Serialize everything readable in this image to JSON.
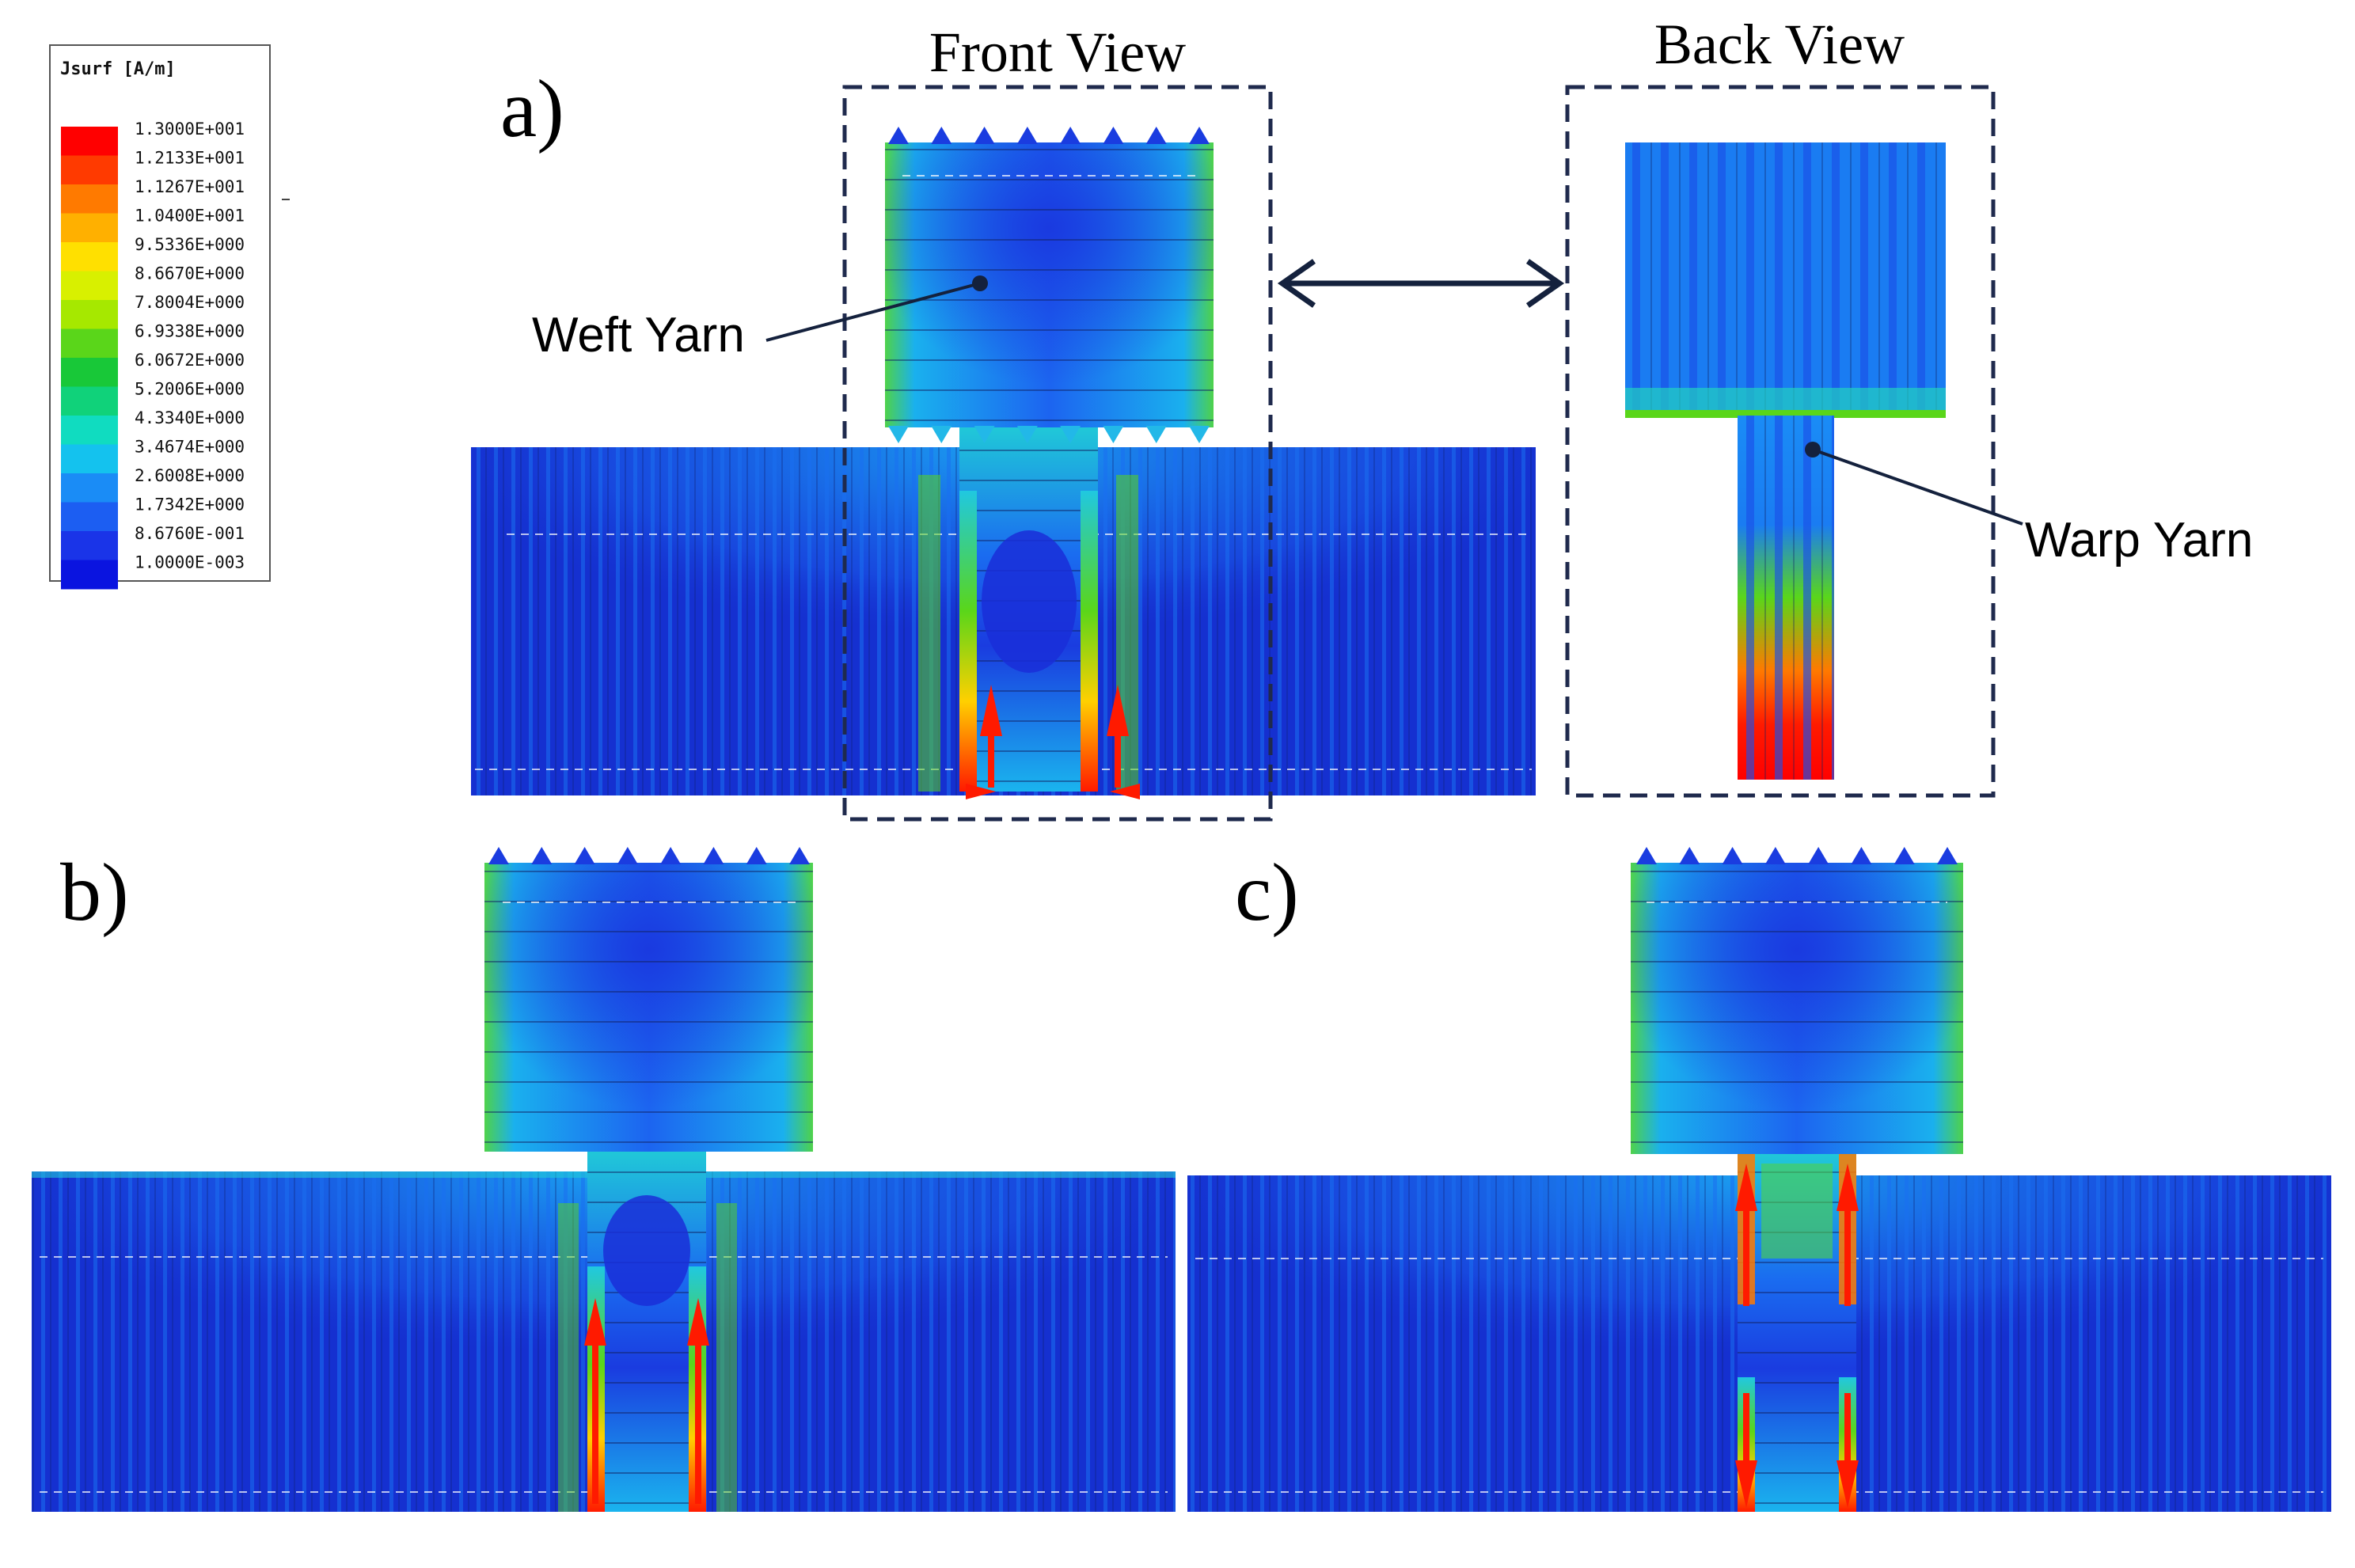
{
  "legend": {
    "title": "Jsurf [A/m]",
    "colors": [
      "#ff0000",
      "#ff3a00",
      "#ff7a00",
      "#ffb000",
      "#ffe000",
      "#d8f000",
      "#a6e800",
      "#5ad61a",
      "#18c838",
      "#10d27a",
      "#10dcc0",
      "#14c2ee",
      "#1a8cf6",
      "#1c5ef2",
      "#1a34e8",
      "#0a14e0"
    ],
    "values": [
      "1.3000E+001",
      "1.2133E+001",
      "1.1267E+001",
      "1.0400E+001",
      "9.5336E+000",
      "8.6670E+000",
      "7.8004E+000",
      "6.9338E+000",
      "6.0672E+000",
      "5.2006E+000",
      "4.3340E+000",
      "3.4674E+000",
      "2.6008E+000",
      "1.7342E+000",
      "8.6760E-001",
      "1.0000E-003"
    ]
  },
  "labels": {
    "panel_a": "a)",
    "panel_b": "b)",
    "panel_c": "c)",
    "front_view": "Front View",
    "back_view": "Back View",
    "weft_yarn": "Weft Yarn",
    "warp_yarn": "Warp Yarn"
  },
  "colors": {
    "frame": "#1f2a4d",
    "annotation": "#14213d",
    "field_low": "#1530d0",
    "field_mid": "#1a8cf6",
    "field_high": "#ff1a00"
  }
}
